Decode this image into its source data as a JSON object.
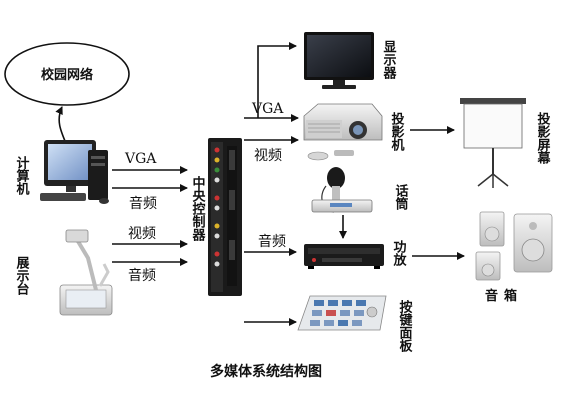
{
  "title": "多媒体系统结构图",
  "nodes": {
    "campus_network": "校园网络",
    "computer": "计算机",
    "document_camera": "展示台",
    "central_controller": "中央控制器",
    "monitor": "显示器",
    "projector": "投影机",
    "projection_screen": "投影屏幕",
    "microphone": "话筒",
    "amplifier": "功放",
    "speakers": "音箱",
    "control_panel": "按键面板"
  },
  "signals": {
    "computer_vga": "VGA",
    "computer_audio": "音频",
    "camera_video": "视频",
    "camera_audio": "音频",
    "controller_vga": "VGA",
    "controller_video": "视频",
    "controller_audio": "音频"
  }
}
